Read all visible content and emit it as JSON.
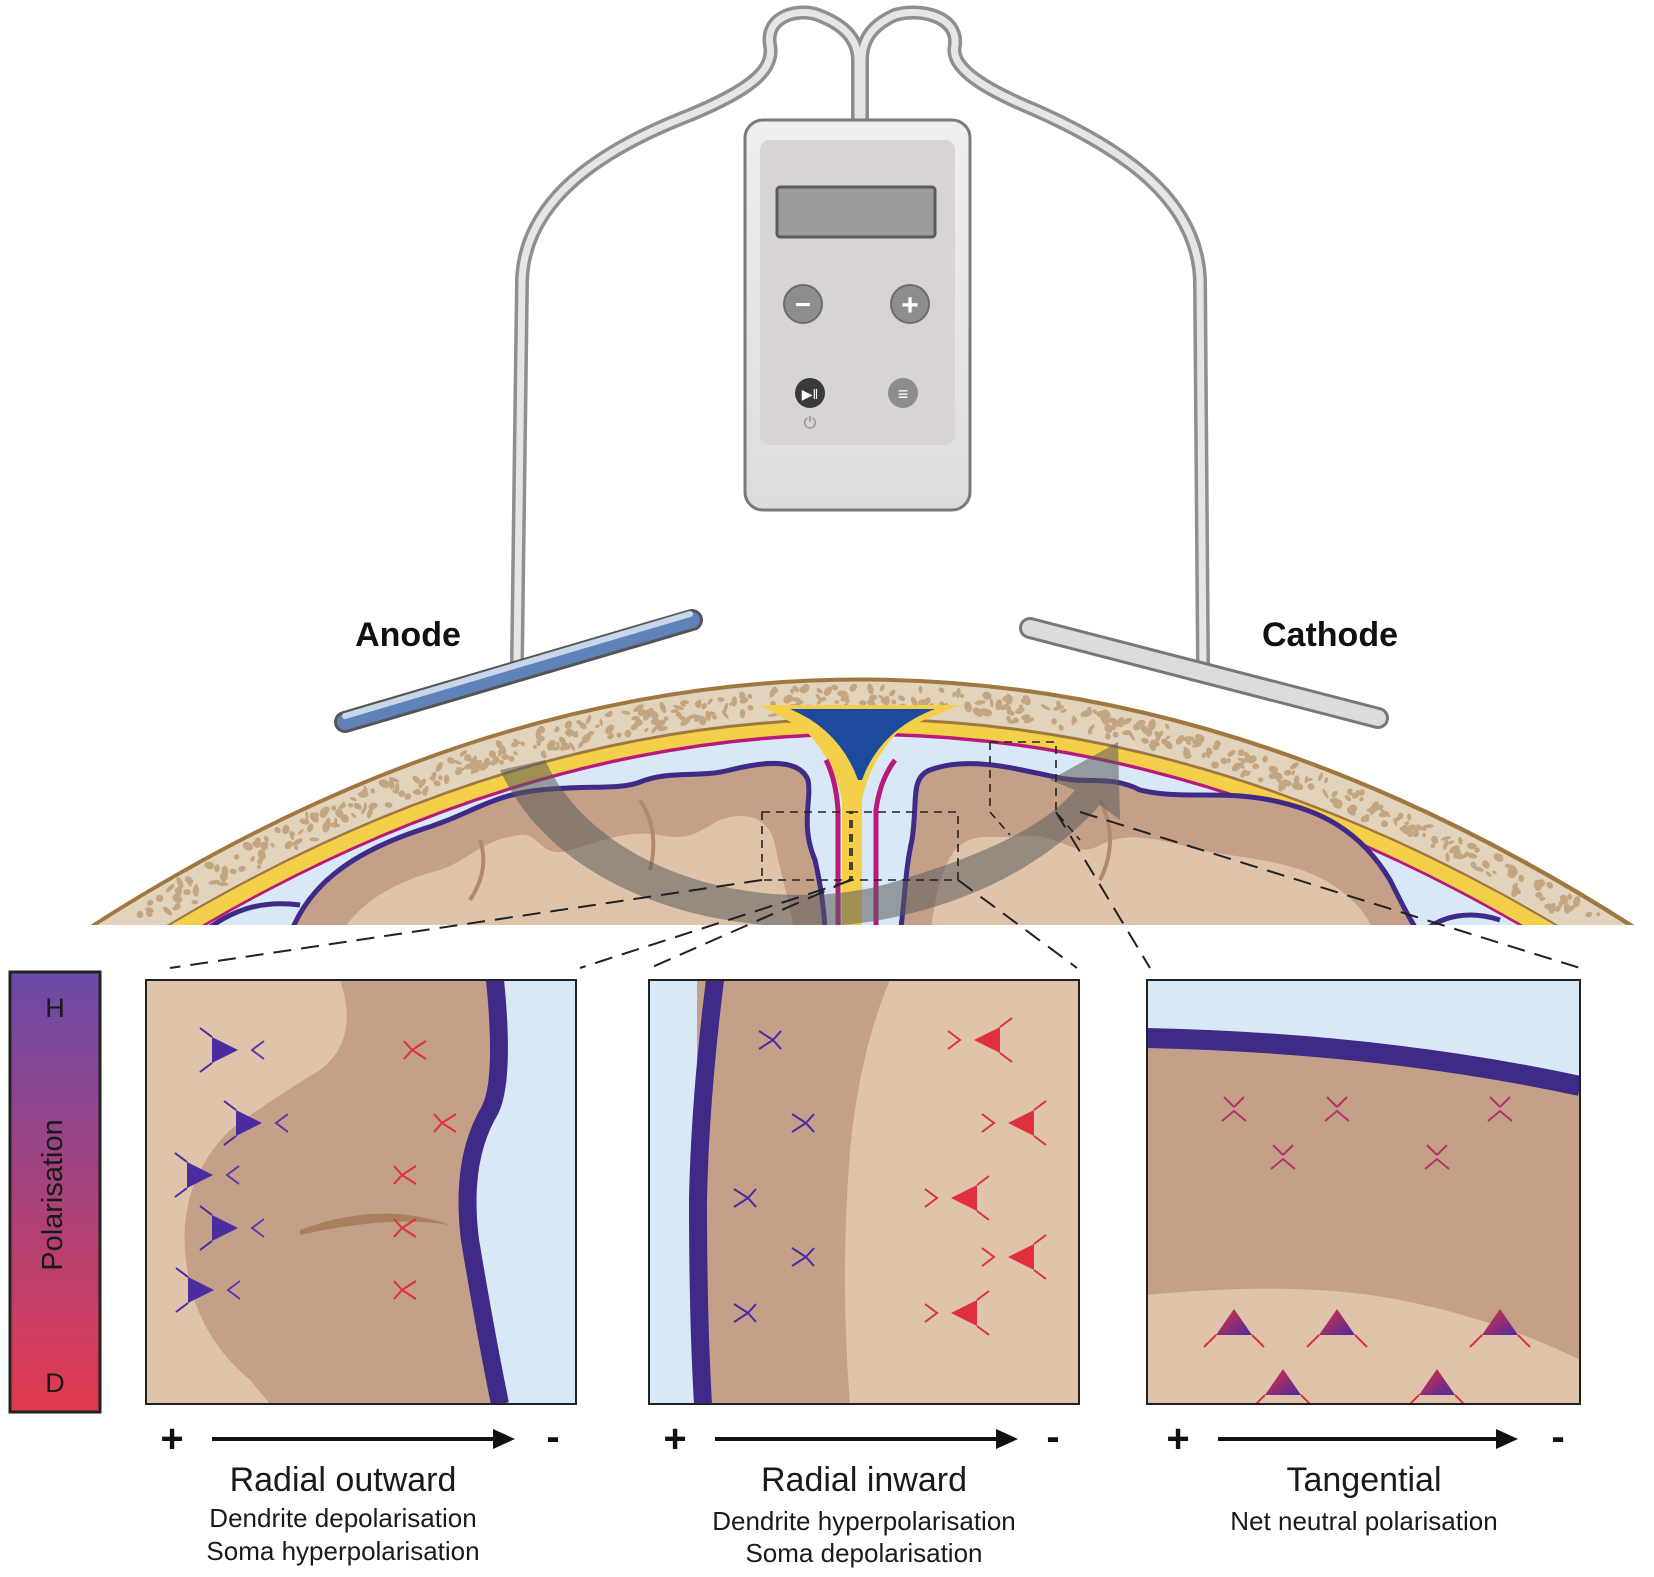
{
  "device": {
    "buttons": {
      "minus": "−",
      "plus": "+",
      "play_pause": "▶‖",
      "menu": "≡",
      "power": "⏻"
    }
  },
  "electrodes": {
    "anode_label": "Anode",
    "cathode_label": "Cathode"
  },
  "polarisation_bar": {
    "top": "H",
    "bottom": "D",
    "label": "Polarisation",
    "gradient_top_color": "#6a4aa8",
    "gradient_bottom_color": "#e23a4e"
  },
  "panels": [
    {
      "title": "Radial outward",
      "lines": [
        "Dendrite depolarisation",
        "Soma hyperpolarisation"
      ],
      "plus": "+",
      "minus": "-"
    },
    {
      "title": "Radial inward",
      "lines": [
        "Dendrite hyperpolarisation",
        "Soma depolarisation"
      ],
      "plus": "+",
      "minus": "-"
    },
    {
      "title": "Tangential",
      "lines": [
        "Net neutral polarisation"
      ],
      "plus": "+",
      "minus": "-"
    }
  ],
  "colors": {
    "grey_matter": "#c4a089",
    "white_matter": "#dfc4ab",
    "csf": "#d8e8f6",
    "pia": "#3f2a87",
    "arachnoid": "#b8197a",
    "dura": "#f3cf4a",
    "skull": "#e2d3bc",
    "skull_dots": "#c3a582",
    "anode": "#5f82b8",
    "cathode": "#d9d9d9",
    "sinus": "#1c4a9c",
    "soma_red": "#e0303e",
    "soma_blue": "#4a2ba0"
  }
}
